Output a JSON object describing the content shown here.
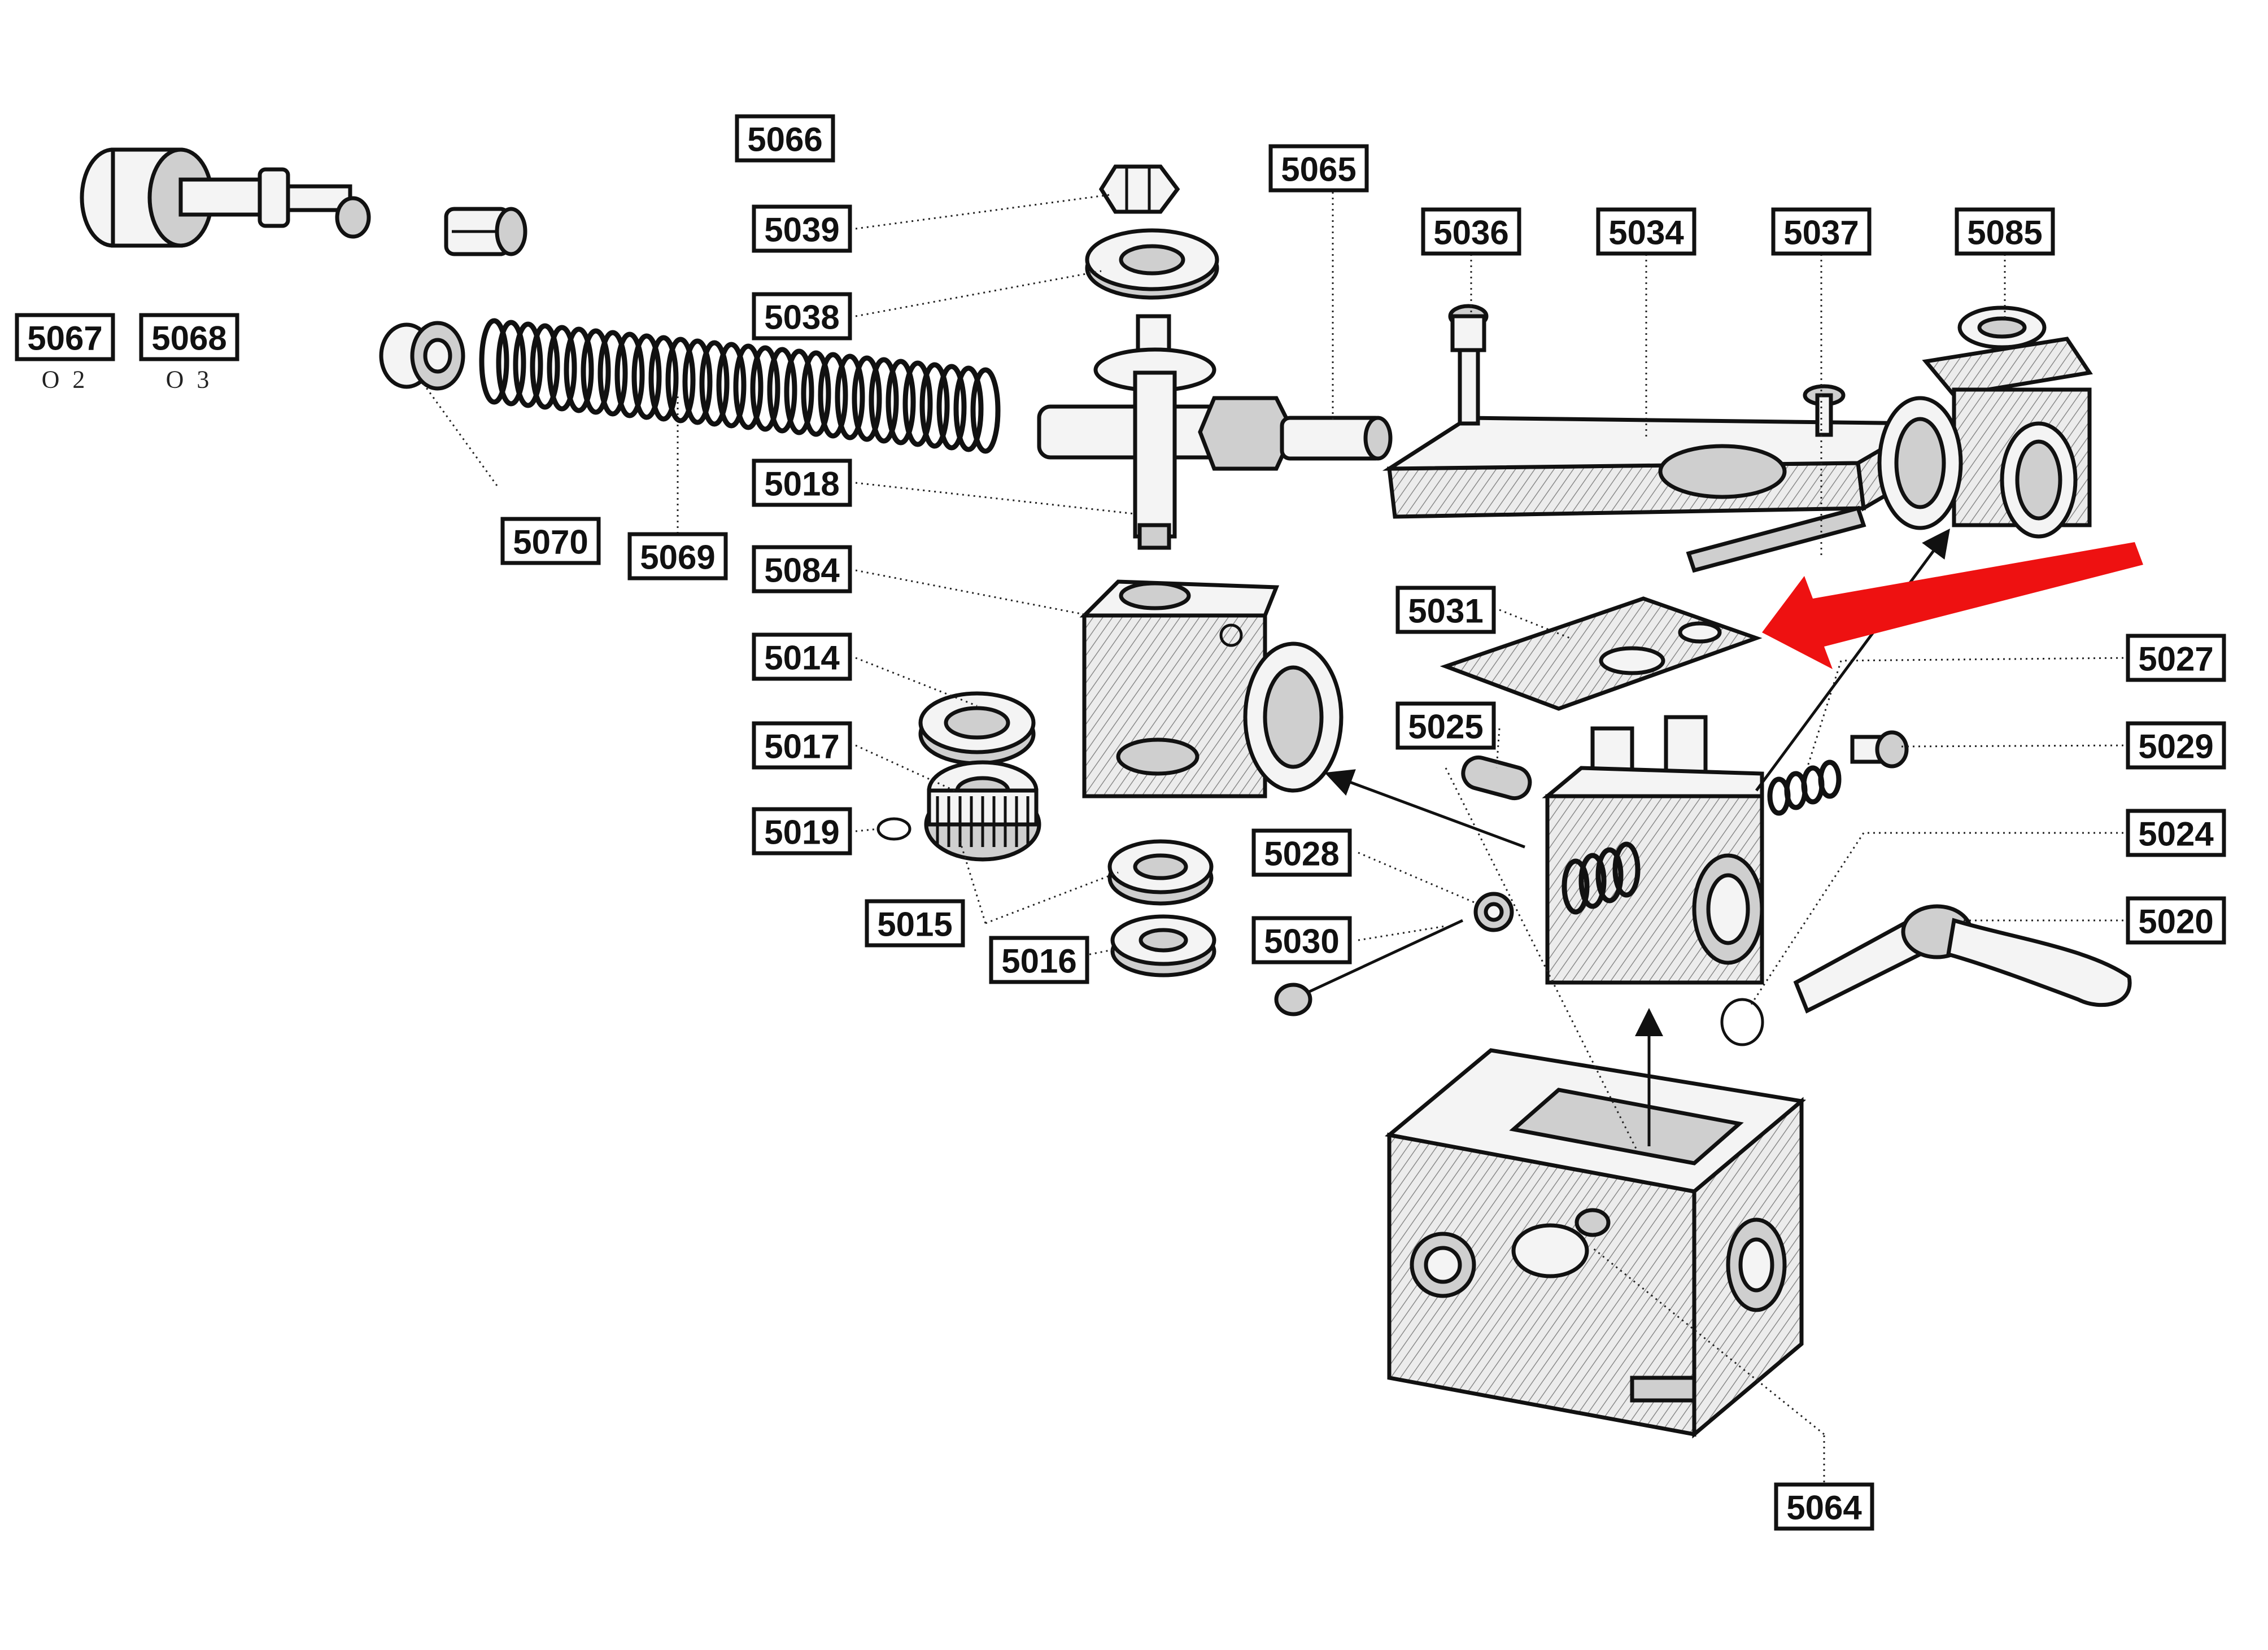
{
  "diagram": {
    "labels": [
      {
        "id": "5066",
        "text": "5066"
      },
      {
        "id": "5065",
        "text": "5065"
      },
      {
        "id": "5039",
        "text": "5039"
      },
      {
        "id": "5038",
        "text": "5038"
      },
      {
        "id": "5036",
        "text": "5036"
      },
      {
        "id": "5034",
        "text": "5034"
      },
      {
        "id": "5037",
        "text": "5037"
      },
      {
        "id": "5085",
        "text": "5085"
      },
      {
        "id": "5067",
        "text": "5067",
        "sub": "O 2"
      },
      {
        "id": "5068",
        "text": "5068",
        "sub": "O 3"
      },
      {
        "id": "5018",
        "text": "5018"
      },
      {
        "id": "5070",
        "text": "5070"
      },
      {
        "id": "5069",
        "text": "5069"
      },
      {
        "id": "5084",
        "text": "5084"
      },
      {
        "id": "5031",
        "text": "5031"
      },
      {
        "id": "5014",
        "text": "5014"
      },
      {
        "id": "5027",
        "text": "5027"
      },
      {
        "id": "5025",
        "text": "5025"
      },
      {
        "id": "5017",
        "text": "5017"
      },
      {
        "id": "5029",
        "text": "5029"
      },
      {
        "id": "5019",
        "text": "5019"
      },
      {
        "id": "5024",
        "text": "5024"
      },
      {
        "id": "5028",
        "text": "5028"
      },
      {
        "id": "5015",
        "text": "5015"
      },
      {
        "id": "5020",
        "text": "5020"
      },
      {
        "id": "5030",
        "text": "5030"
      },
      {
        "id": "5016",
        "text": "5016"
      },
      {
        "id": "5064",
        "text": "5064"
      }
    ],
    "highlight_arrow_color": "#ee1111",
    "ink_color": "#111111"
  }
}
